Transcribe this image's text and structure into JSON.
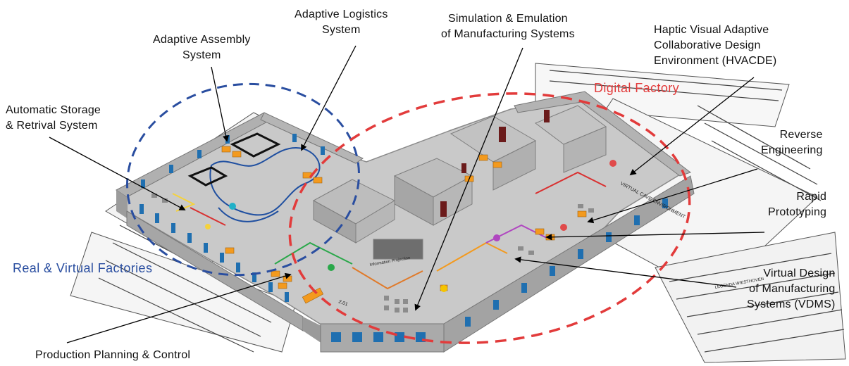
{
  "labels": {
    "adaptive_logistics": [
      "Adaptive Logistics",
      "System"
    ],
    "simulation_emulation": [
      "Simulation & Emulation",
      "of Manufacturing Systems"
    ],
    "adaptive_assembly": [
      "Adaptive Assembly",
      "System"
    ],
    "haptic": [
      "Haptic Visual Adaptive",
      "Collaborative Design",
      "Environment (HVACDE)"
    ],
    "automatic_storage": [
      "Automatic Storage",
      "& Retrival System"
    ],
    "reverse_engineering": [
      "Reverse",
      "Engineering"
    ],
    "rapid_prototyping": [
      "Rapid",
      "Prototyping"
    ],
    "virtual_design": [
      "Virtual Design",
      "of Manufacturing",
      "Systems (VDMS)"
    ],
    "production_planning": [
      "Production Planning & Control"
    ]
  },
  "zones": {
    "digital_factory": "Digital Factory",
    "real_virtual": "Real & Virtual Factories"
  },
  "floorplan_text": {
    "virtual_cave": "VIRTUAL CAVE ENVIRONMENT",
    "info_projection": "Information Projection",
    "room_num": "2.01",
    "legend_title": "LEGENDA WIESTHOVEN"
  },
  "colors": {
    "digital_factory": "#e23b3b",
    "real_virtual": "#2a4ea0",
    "orange": "#f39a1e",
    "floor": "#c9c9c9",
    "wall": "#a9a9a9",
    "window": "#1f6fb0"
  }
}
